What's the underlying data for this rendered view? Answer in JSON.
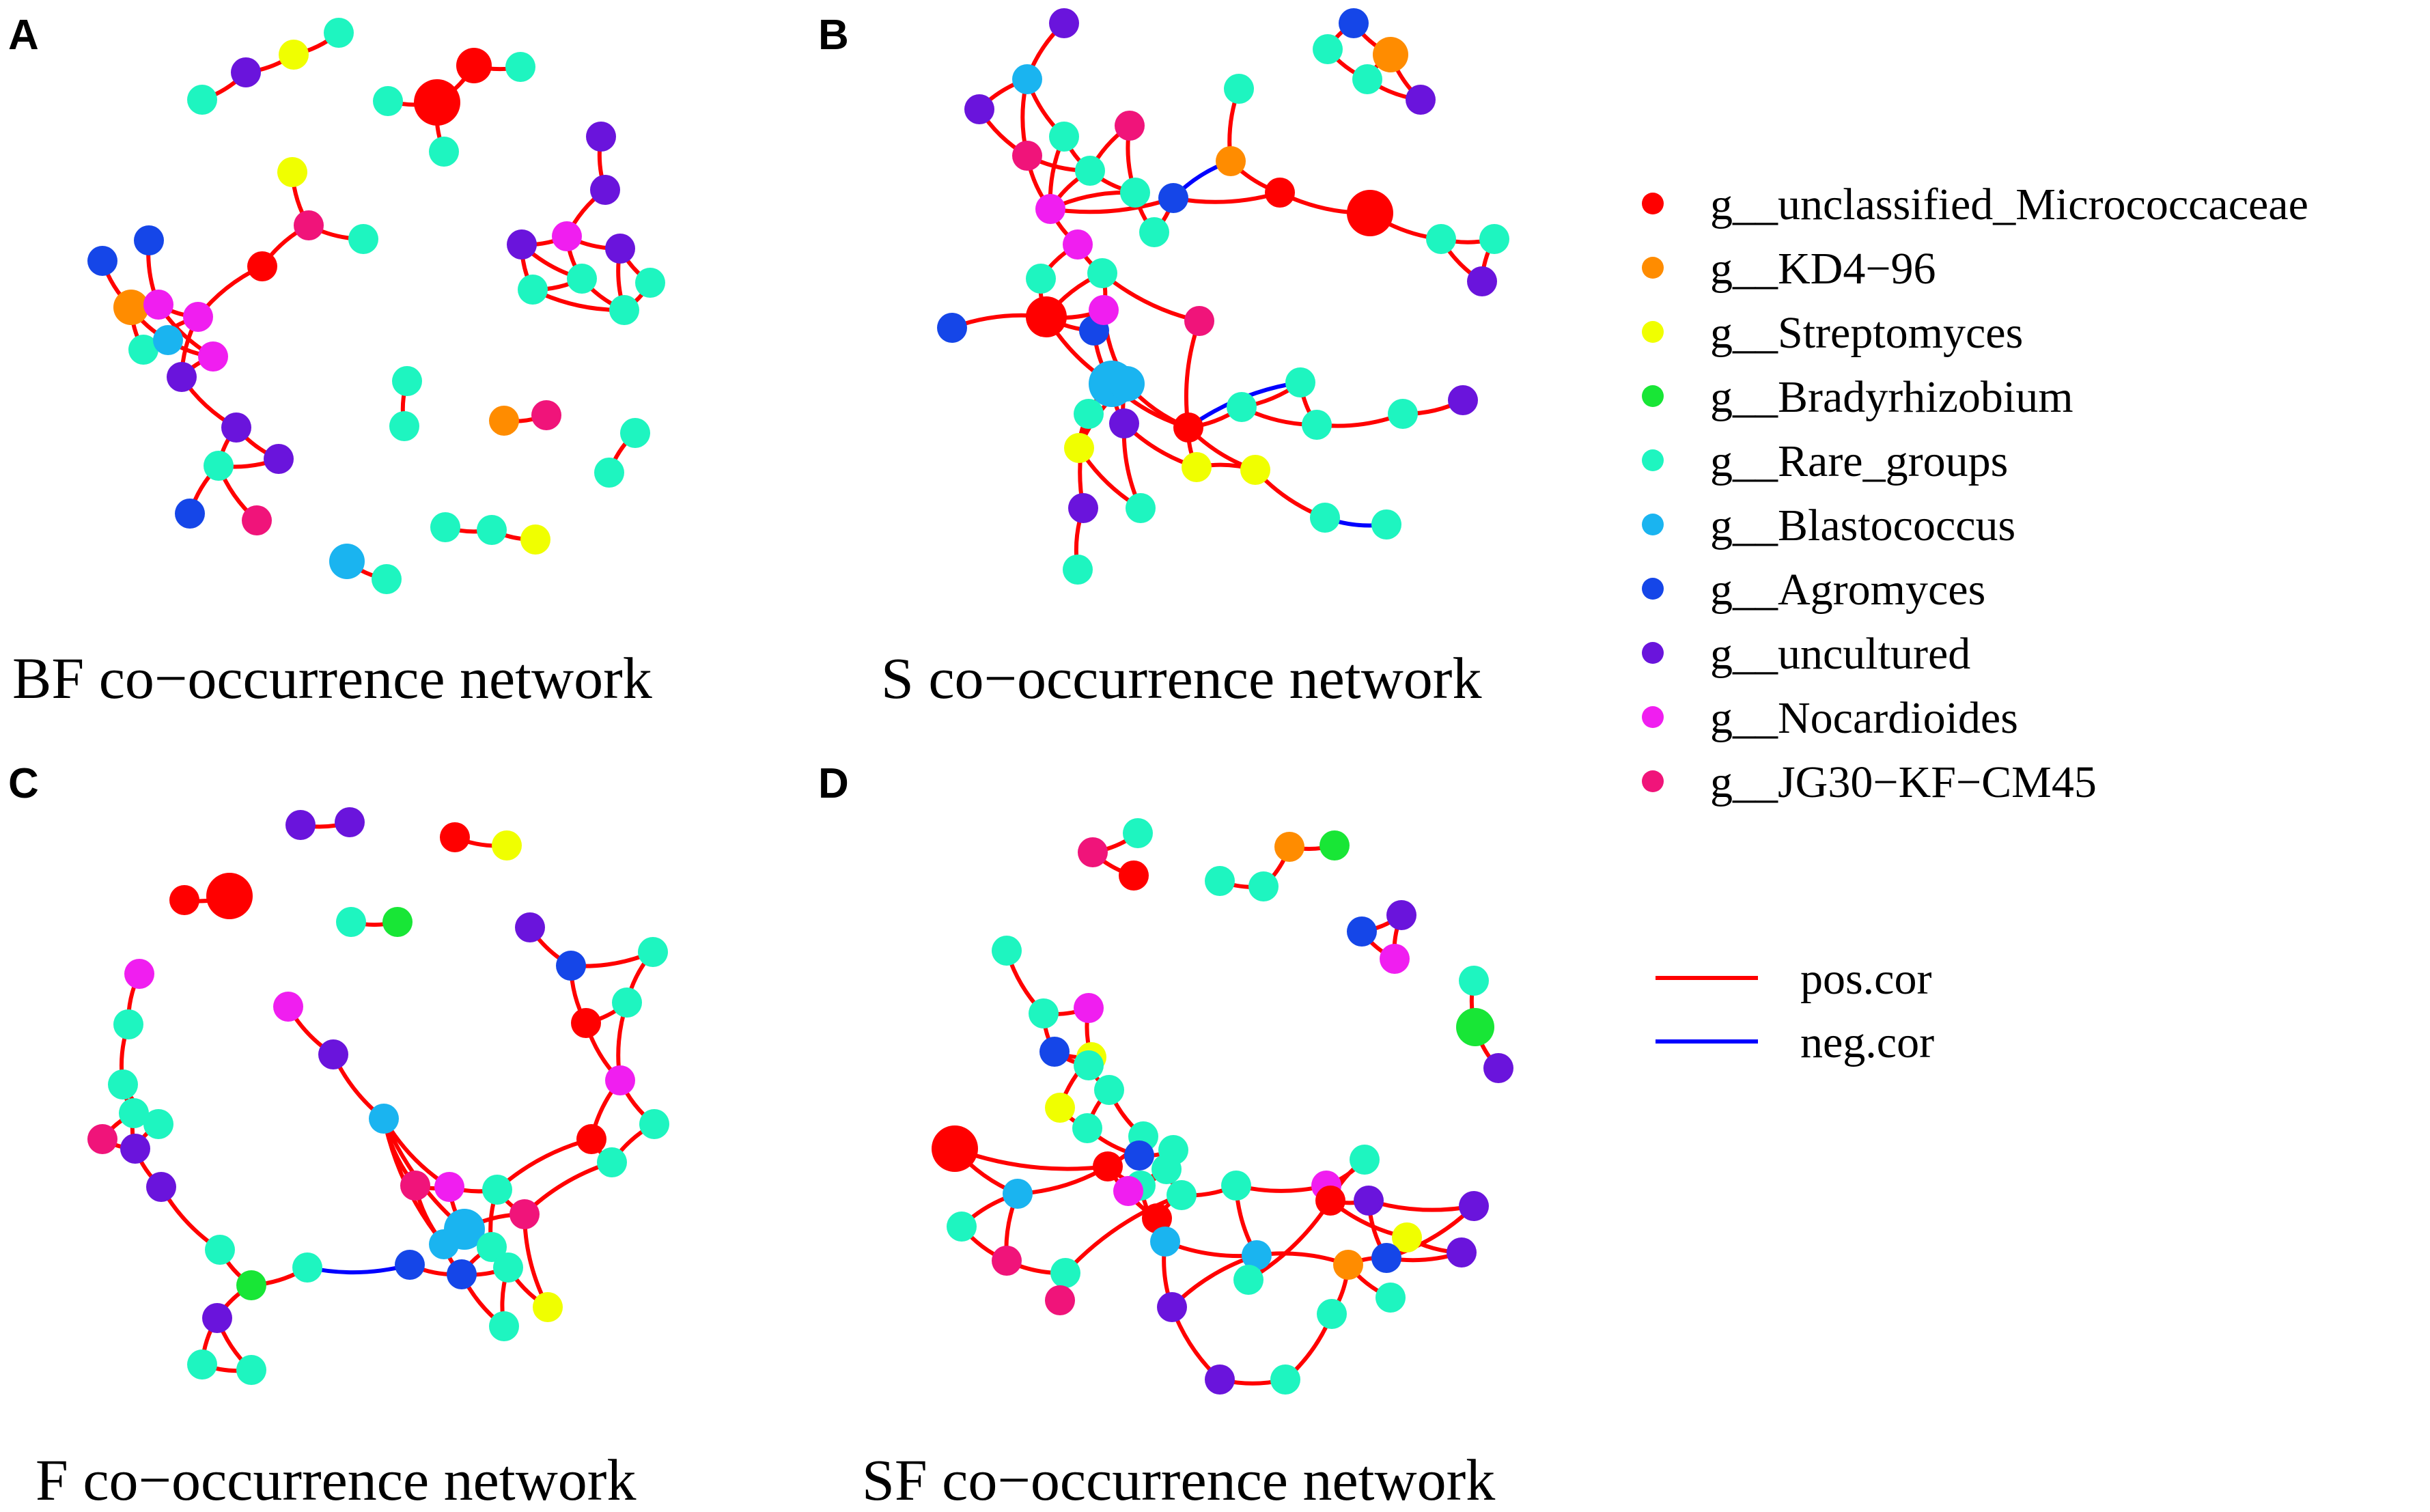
{
  "panels": [
    {
      "letter": "A",
      "title": "BF co−occurrence network"
    },
    {
      "letter": "B",
      "title": "S co−occurrence network"
    },
    {
      "letter": "C",
      "title": "F co−occurrence network"
    },
    {
      "letter": "D",
      "title": "SF co−occurrence network"
    }
  ],
  "legend": {
    "genera": [
      {
        "label": "g__unclassified_Micrococcaceae",
        "color": "#FF0000"
      },
      {
        "label": "g__KD4−96",
        "color": "#FF8C00"
      },
      {
        "label": "g__Streptomyces",
        "color": "#F0FF00"
      },
      {
        "label": "g__Bradyrhizobium",
        "color": "#18E636"
      },
      {
        "label": "g__Rare_groups",
        "color": "#1EF5C0"
      },
      {
        "label": "g__Blastococcus",
        "color": "#1AB4F0"
      },
      {
        "label": "g__Agromyces",
        "color": "#1546E8"
      },
      {
        "label": "g__uncultured",
        "color": "#6A14DC"
      },
      {
        "label": "g__Nocardioides",
        "color": "#F01EF0"
      },
      {
        "label": "g__JG30−KF−CM45",
        "color": "#F0147A"
      }
    ],
    "correlations": [
      {
        "label": "pos.cor",
        "color": "#FF0000"
      },
      {
        "label": "neg.cor",
        "color": "#0000FF"
      }
    ]
  }
}
